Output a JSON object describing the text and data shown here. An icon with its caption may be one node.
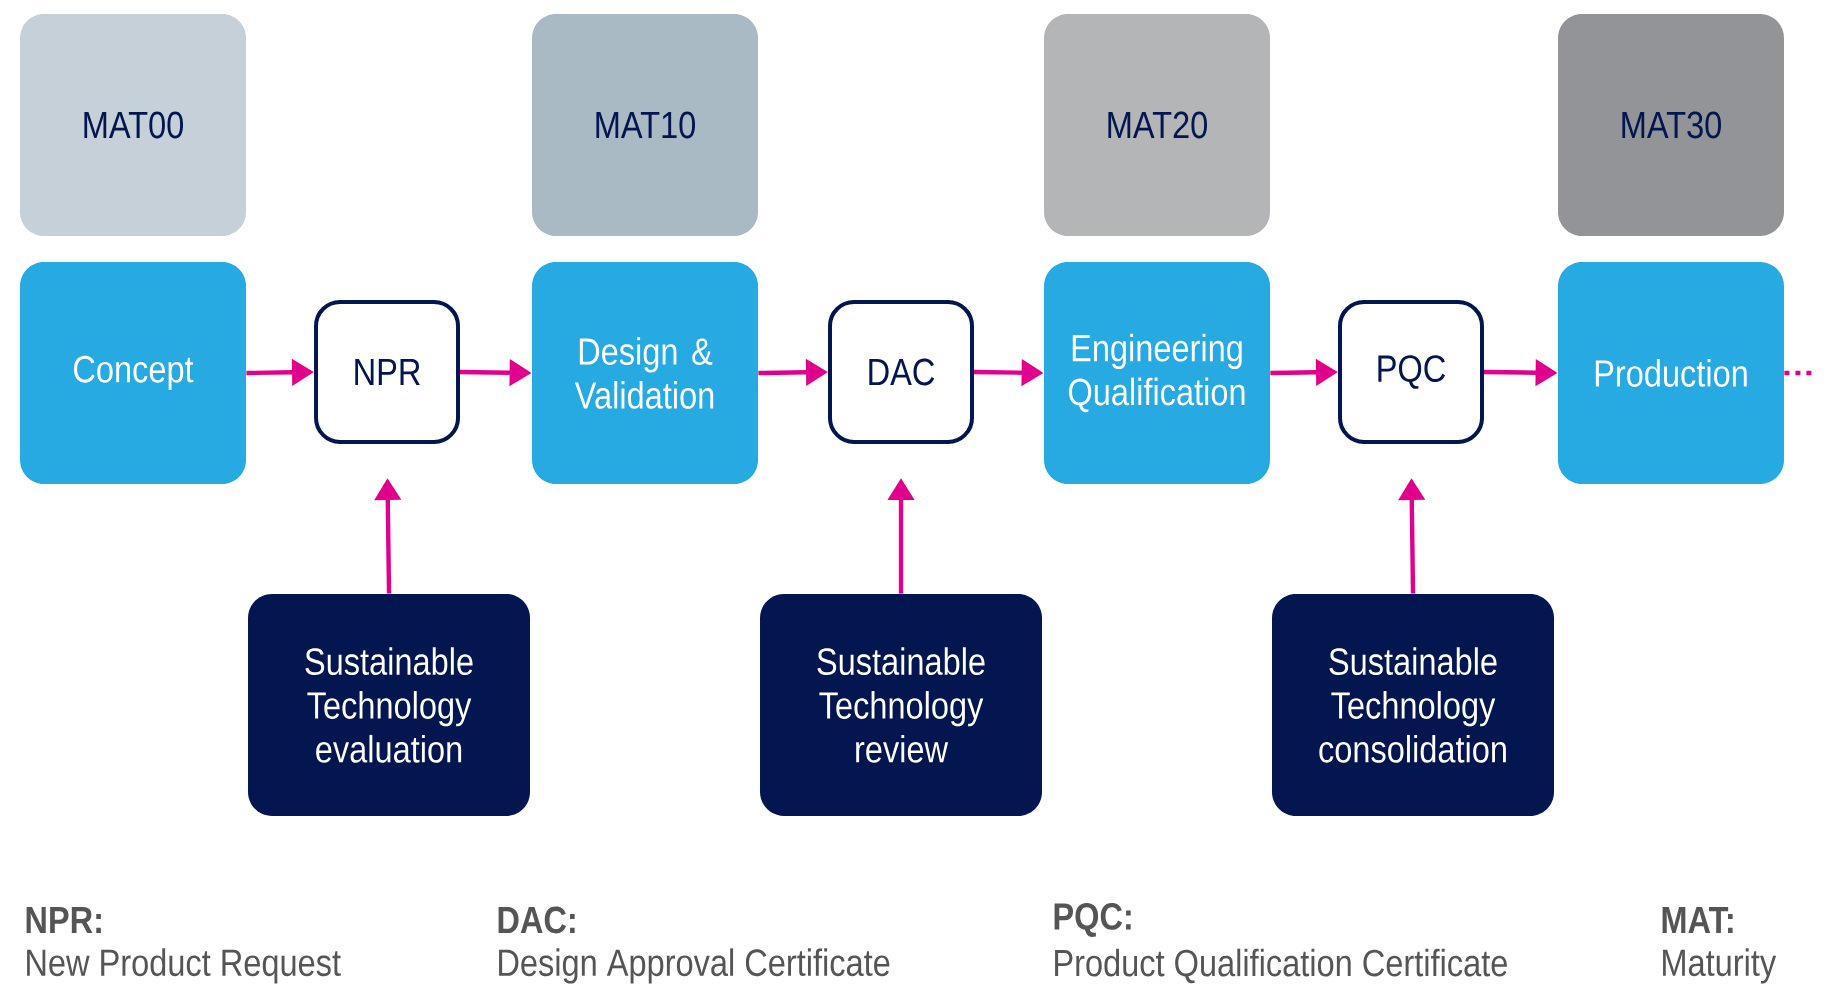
{
  "diagram": {
    "nodes": [
      {
        "text": [
          "MAT00"
        ]
      },
      {
        "text": [
          "MAT10"
        ]
      },
      {
        "text": [
          "MAT20"
        ]
      },
      {
        "text": [
          "MAT30"
        ]
      },
      {
        "text": [
          "Concept"
        ]
      },
      {
        "text": [
          "NPR"
        ]
      },
      {
        "text": [
          "Design & Validation"
        ]
      },
      {
        "text": [
          "DAC"
        ]
      },
      {
        "text": [
          "Engineering Qualification"
        ]
      },
      {
        "text": [
          "PQC"
        ]
      },
      {
        "text": [
          "Production"
        ]
      },
      {
        "text": [
          "Sustainable Technology evaluation"
        ]
      },
      {
        "text": [
          "Sustainable Technology review"
        ]
      },
      {
        "text": [
          "Sustainable Technology consolidation"
        ]
      }
    ],
    "edges": [
      {
        "from": 4,
        "to": 5,
        "arrow": "to"
      },
      {
        "from": 5,
        "to": 6,
        "arrow": "to"
      },
      {
        "from": 6,
        "to": 7,
        "arrow": "to"
      },
      {
        "from": 7,
        "to": 8,
        "arrow": "to"
      },
      {
        "from": 8,
        "to": 9,
        "arrow": "to"
      },
      {
        "from": 9,
        "to": 10,
        "arrow": "to"
      },
      {
        "from": 10,
        "to": null,
        "arrow": "none",
        "style": "dashed"
      },
      {
        "from": 11,
        "to": 5,
        "arrow": "to"
      },
      {
        "from": 12,
        "to": 7,
        "arrow": "to"
      },
      {
        "from": 13,
        "to": 9,
        "arrow": "to"
      }
    ],
    "labels": [
      "NPR:",
      "New Product Request",
      "DAC:",
      "Design Approval Certificate",
      "PQC:",
      "Product Qualification Certificate",
      "MAT:",
      "Maturity"
    ]
  }
}
